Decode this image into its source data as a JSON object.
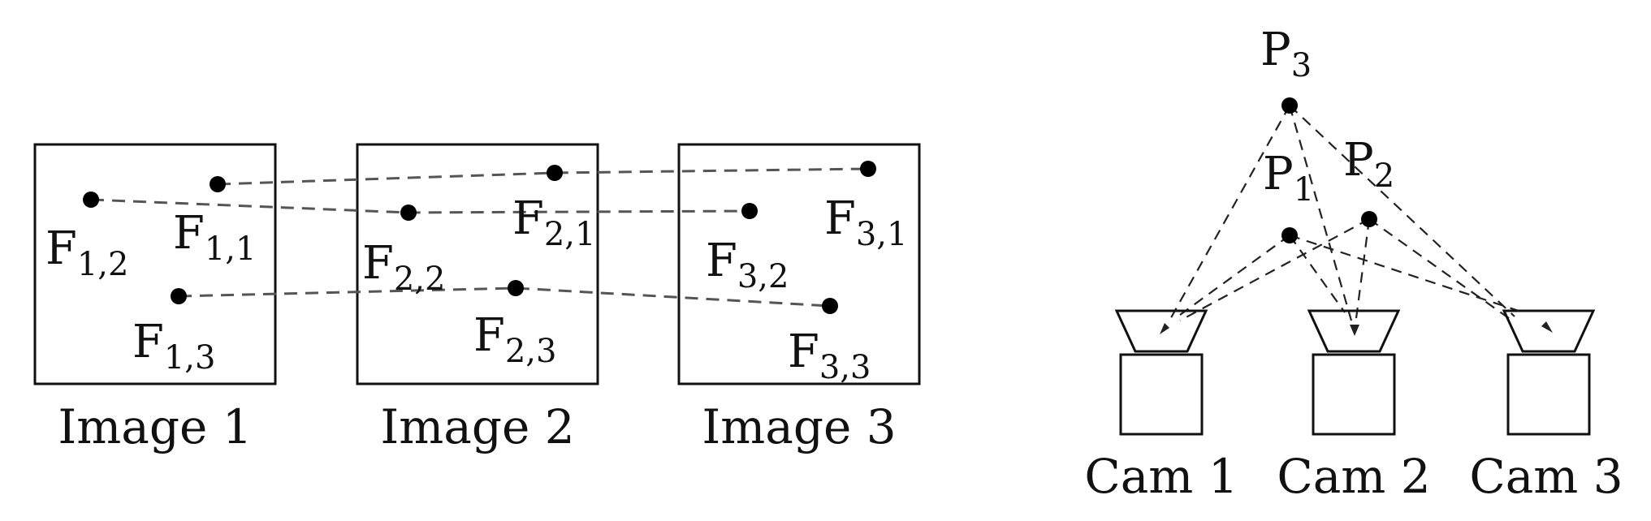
{
  "images": [
    {
      "caption": "Image 1",
      "features": [
        {
          "main": "F",
          "sub": "1,1"
        },
        {
          "main": "F",
          "sub": "1,2"
        },
        {
          "main": "F",
          "sub": "1,3"
        }
      ]
    },
    {
      "caption": "Image 2",
      "features": [
        {
          "main": "F",
          "sub": "2,1"
        },
        {
          "main": "F",
          "sub": "2,2"
        },
        {
          "main": "F",
          "sub": "2,3"
        }
      ]
    },
    {
      "caption": "Image 3",
      "features": [
        {
          "main": "F",
          "sub": "3,1"
        },
        {
          "main": "F",
          "sub": "3,2"
        },
        {
          "main": "F",
          "sub": "3,3"
        }
      ]
    }
  ],
  "points": [
    {
      "main": "P",
      "sub": "3"
    },
    {
      "main": "P",
      "sub": "1"
    },
    {
      "main": "P",
      "sub": "2"
    }
  ],
  "cameras": [
    {
      "label": "Cam 1"
    },
    {
      "label": "Cam 2"
    },
    {
      "label": "Cam 3"
    }
  ]
}
